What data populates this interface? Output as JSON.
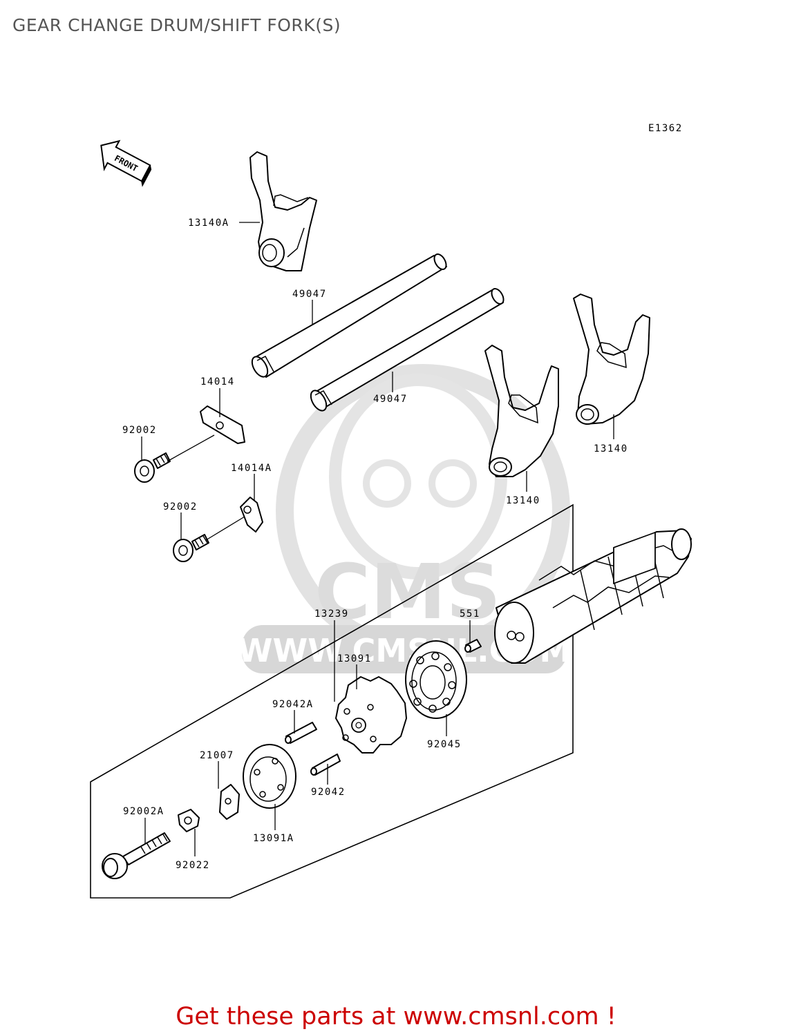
{
  "page_title": "GEAR CHANGE DRUM/SHIFT FORK(S)",
  "diagram_code": "E1362",
  "front_label": "FRONT",
  "watermark": {
    "logo_text": "CMS",
    "url_text": "WWW.CMSNL.COM"
  },
  "parts": {
    "p13140A": "13140A",
    "p49047_upper": "49047",
    "p49047_lower": "49047",
    "p14014": "14014",
    "p92002_upper": "92002",
    "p14014A": "14014A",
    "p92002_lower": "92002",
    "p13140_right": "13140",
    "p13140_left": "13140",
    "p13239": "13239",
    "p551": "551",
    "p13091": "13091",
    "p92042A": "92042A",
    "p92045": "92045",
    "p21007": "21007",
    "p92042": "92042",
    "p92002A": "92002A",
    "p13091A": "13091A",
    "p92022": "92022"
  },
  "footer_text": "Get these parts at www.cmsnl.com !"
}
